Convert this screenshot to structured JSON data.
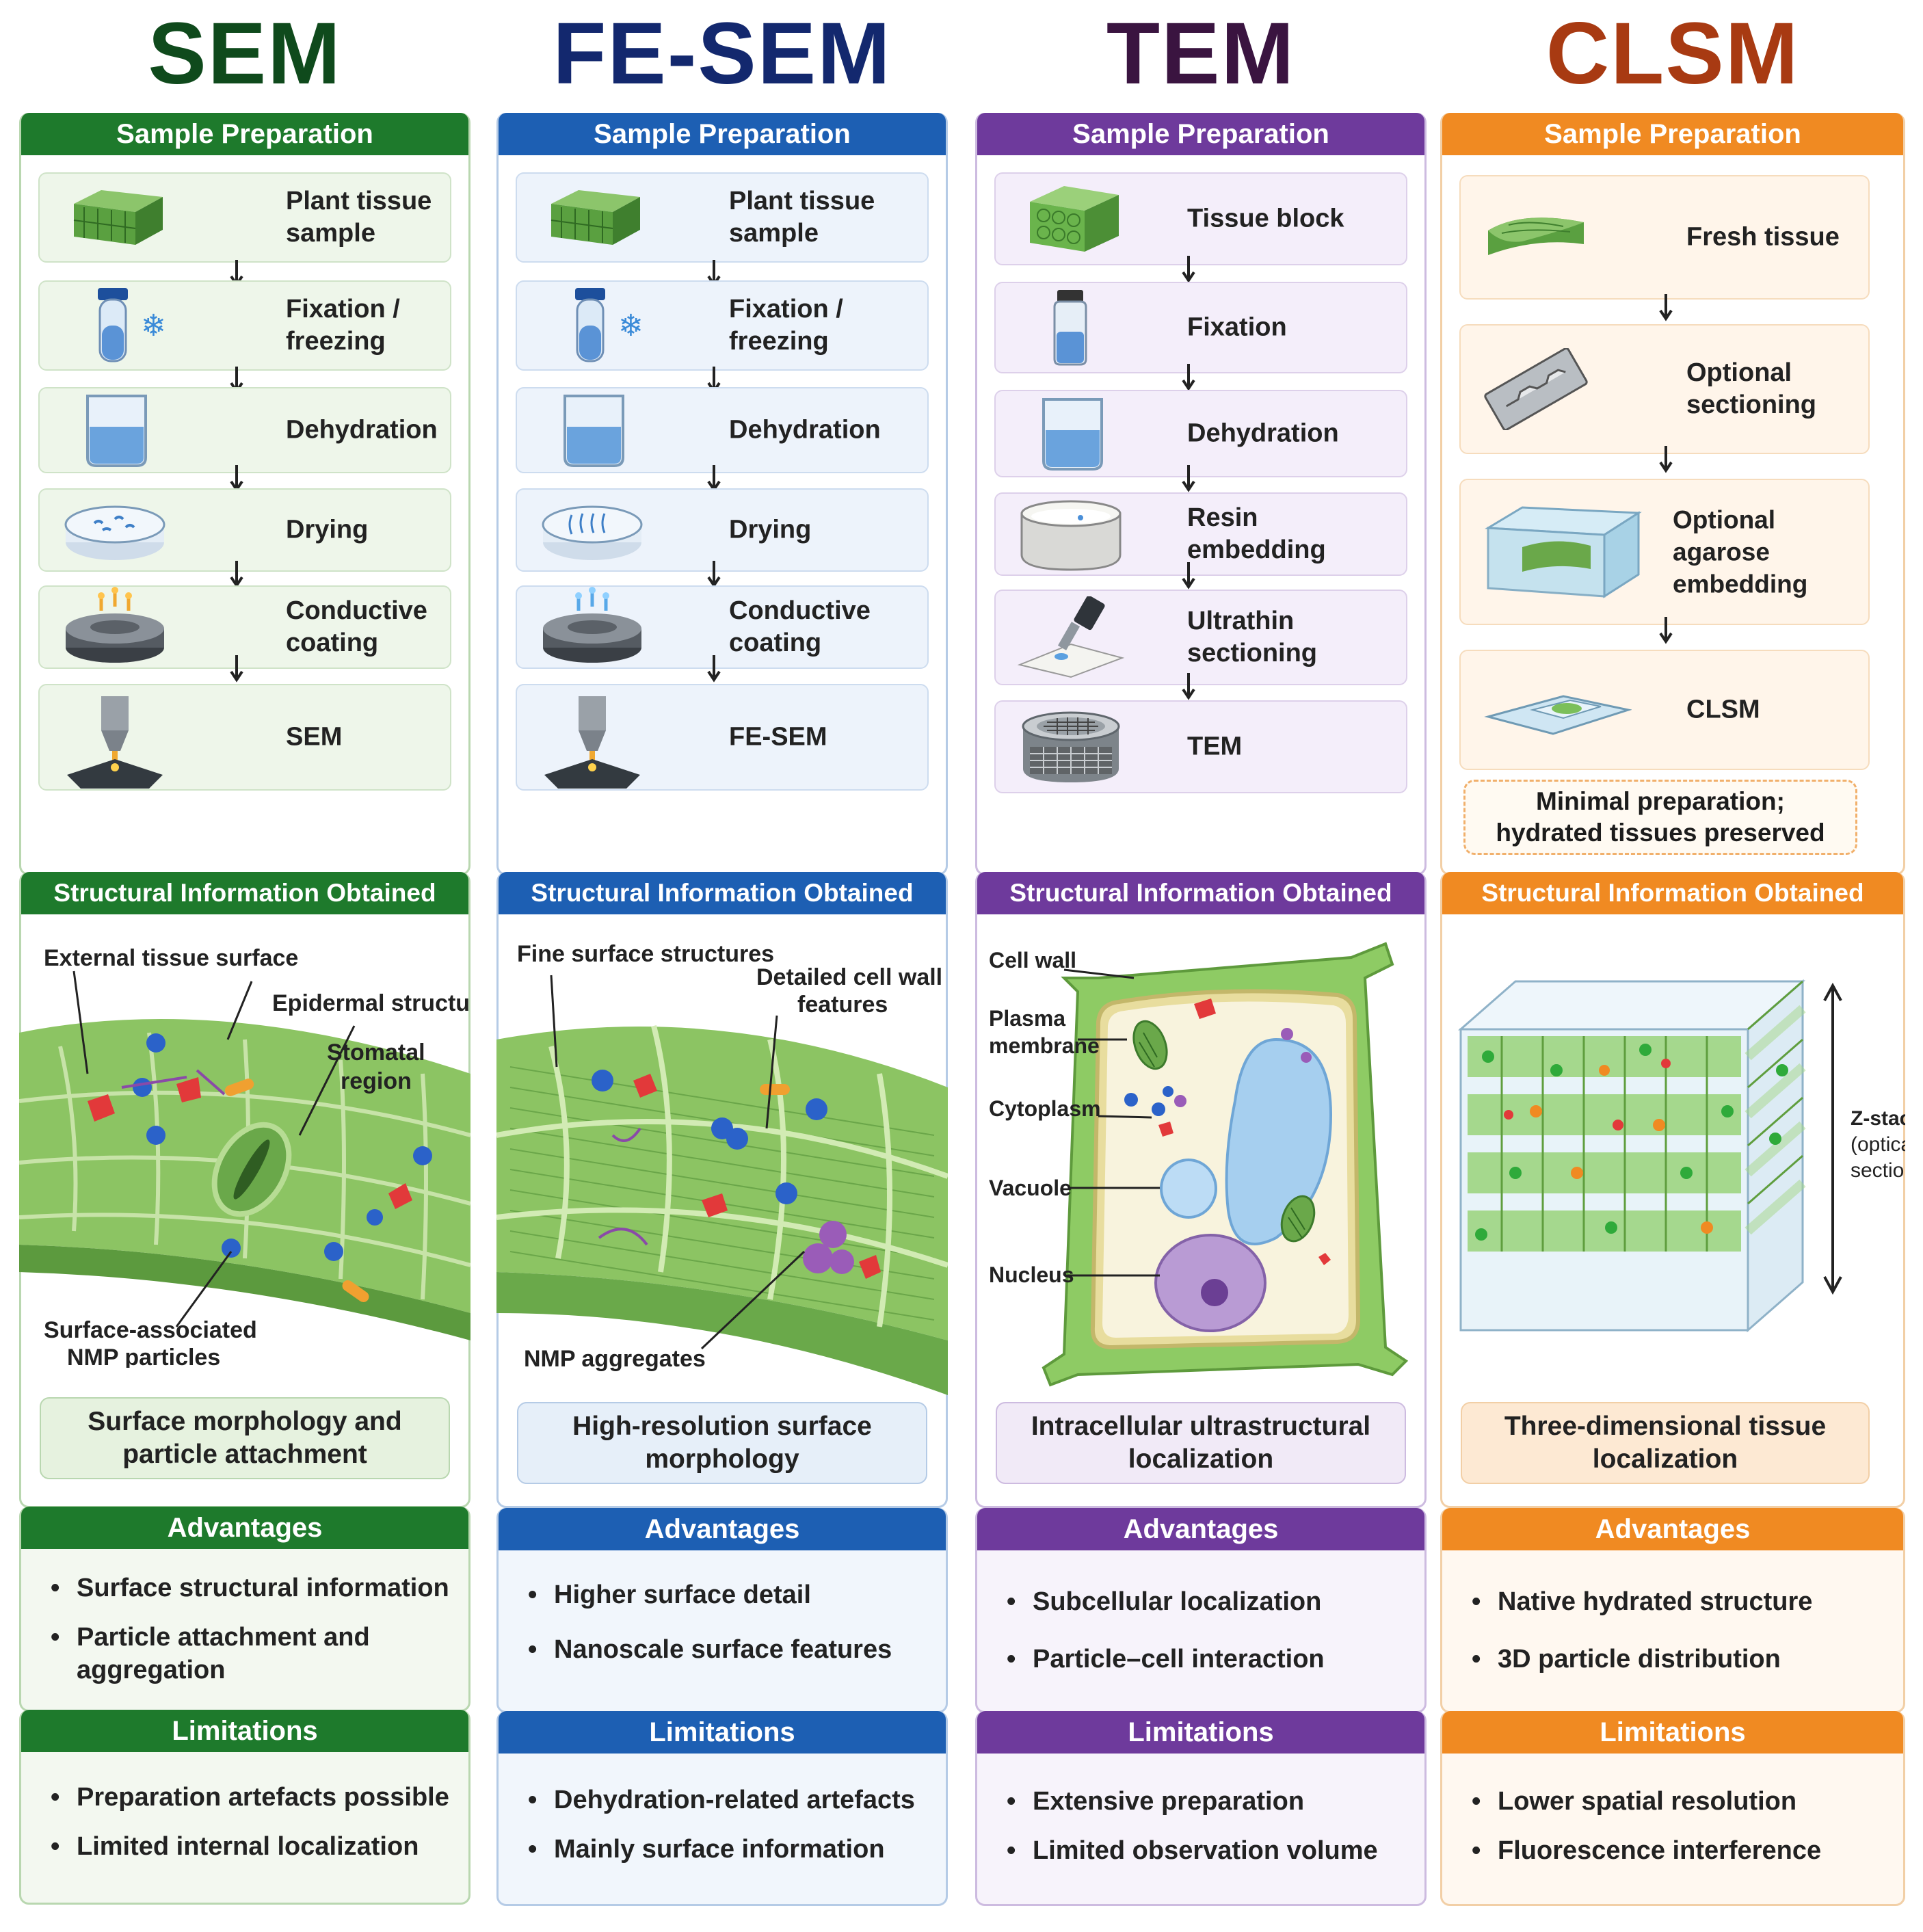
{
  "columns": [
    {
      "id": "sem",
      "title": "SEM",
      "colors": {
        "title": "#0f4a1c",
        "accent": "#1e7a2c",
        "tint": "#eef6ea",
        "border": "#b9d7b0"
      },
      "prep_header": "Sample Preparation",
      "steps": [
        "Plant tissue\nsample",
        "Fixation /\nfreezing",
        "Dehydration",
        "Drying",
        "Conductive\ncoating",
        "SEM"
      ],
      "info_header": "Structural Information Obtained",
      "callouts": [
        "External tissue surface",
        "Epidermal structure",
        "Stomatal\nregion",
        "Surface-associated\nNMP particles"
      ],
      "summary": "Surface morphology and\nparticle attachment",
      "advantages_header": "Advantages",
      "advantages": [
        "Surface structural information",
        "Particle attachment and aggregation"
      ],
      "limitations_header": "Limitations",
      "limitations": [
        "Preparation artefacts possible",
        "Limited internal localization"
      ]
    },
    {
      "id": "fesem",
      "title": "FE-SEM",
      "colors": {
        "title": "#13286e",
        "accent": "#1d5fb3",
        "tint": "#edf3fb",
        "border": "#b5cbe6"
      },
      "prep_header": "Sample Preparation",
      "steps": [
        "Plant tissue\nsample",
        "Fixation /\nfreezing",
        "Dehydration",
        "Drying",
        "Conductive\ncoating",
        "FE-SEM"
      ],
      "info_header": "Structural Information Obtained",
      "callouts": [
        "Fine surface structures",
        "Detailed cell wall\nfeatures",
        "NMP aggregates"
      ],
      "summary": "High-resolution surface\nmorphology",
      "advantages_header": "Advantages",
      "advantages": [
        "Higher surface detail",
        "Nanoscale surface features"
      ],
      "limitations_header": "Limitations",
      "limitations": [
        "Dehydration-related artefacts",
        "Mainly surface information"
      ]
    },
    {
      "id": "tem",
      "title": "TEM",
      "colors": {
        "title": "#3a1440",
        "accent": "#6e3a9c",
        "tint": "#f4eefa",
        "border": "#cdbbe0"
      },
      "prep_header": "Sample Preparation",
      "steps": [
        "Tissue block",
        "Fixation",
        "Dehydration",
        "Resin embedding",
        "Ultrathin\nsectioning",
        "TEM"
      ],
      "info_header": "Structural Information Obtained",
      "callouts": [
        "Cell wall",
        "Plasma\nmembrane",
        "Cytoplasm",
        "Vacuole",
        "Nucleus"
      ],
      "summary": "Intracellular ultrastructural\nlocalization",
      "advantages_header": "Advantages",
      "advantages": [
        "Subcellular localization",
        "Particle–cell interaction"
      ],
      "limitations_header": "Limitations",
      "limitations": [
        "Extensive preparation",
        "Limited observation volume"
      ]
    },
    {
      "id": "clsm",
      "title": "CLSM",
      "colors": {
        "title": "#a83a12",
        "accent": "#f08a22",
        "tint": "#fff5ea",
        "border": "#f2cfa6"
      },
      "prep_header": "Sample Preparation",
      "steps": [
        "Fresh tissue",
        "Optional\nsectioning",
        "Optional agarose\nembedding",
        "CLSM"
      ],
      "note": "Minimal preparation;\nhydrated tissues preserved",
      "info_header": "Structural Information Obtained",
      "callouts": [
        "Z-stack\n(optical\nsections)"
      ],
      "summary": "Three-dimensional tissue\nlocalization",
      "advantages_header": "Advantages",
      "advantages": [
        "Native hydrated structure",
        "3D particle distribution"
      ],
      "limitations_header": "Limitations",
      "limitations": [
        "Lower spatial resolution",
        "Fluorescence interference"
      ]
    }
  ],
  "icons": [
    "tissue-block-icon",
    "vial-icon",
    "snowflake-icon",
    "beaker-icon",
    "petri-dish-icon",
    "sputter-coater-icon",
    "microscope-column-icon",
    "resin-cup-icon",
    "microtome-icon",
    "tem-grid-icon",
    "razor-blade-icon",
    "agarose-block-icon",
    "slide-icon"
  ]
}
